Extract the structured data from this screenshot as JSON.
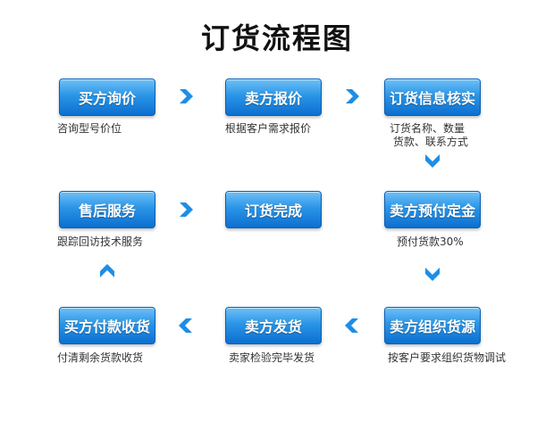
{
  "title": "订货流程图",
  "steps": [
    {
      "label": "买方询价",
      "desc": "咨询型号价位"
    },
    {
      "label": "卖方报价",
      "desc": "根据客户需求报价"
    },
    {
      "label": "订货信息核实",
      "desc": "订货名称、数量\n 货款、联系方式"
    },
    {
      "label": "卖方预付定金",
      "desc": "预付货款30%"
    },
    {
      "label": "订货完成",
      "desc": ""
    },
    {
      "label": "售后服务",
      "desc": "跟踪回访技术服务"
    },
    {
      "label": "卖方组织货源",
      "desc": "按客户要求组织货物调试"
    },
    {
      "label": "卖方发货",
      "desc": "卖家检验完毕发货"
    },
    {
      "label": "买方付款收货",
      "desc": "付清剩余货款收货"
    }
  ],
  "colors": {
    "button_top": "#6fc0f7",
    "button_bottom": "#0c6fd1",
    "arrow": "#1e8ee6",
    "text": "#333333"
  },
  "icons": {
    "right": "chevron-right-icon",
    "down": "chevron-down-icon",
    "left": "chevron-left-icon",
    "up": "chevron-up-icon"
  }
}
